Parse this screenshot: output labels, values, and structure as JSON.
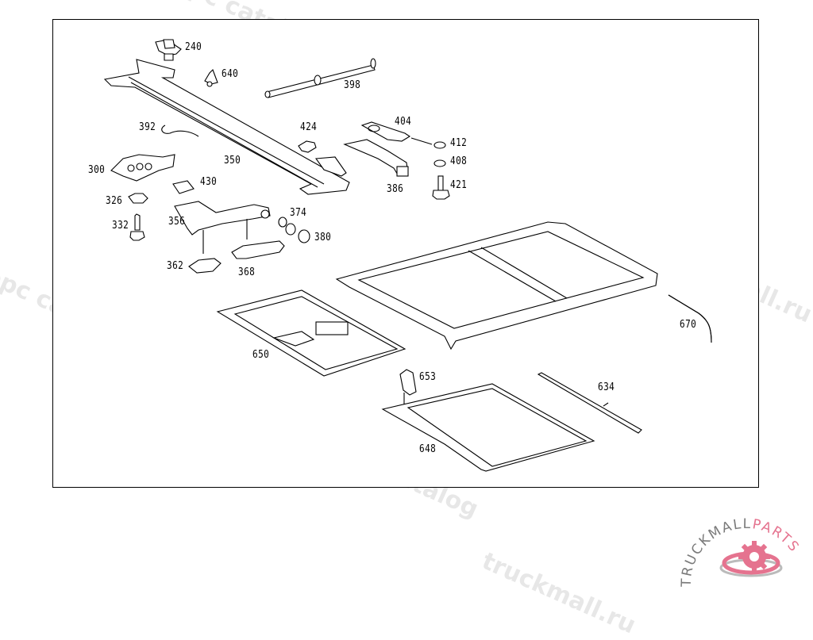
{
  "diagram": {
    "title": "Sliding sunroof assembly parts diagram",
    "part_labels": [
      {
        "id": "240",
        "text": "240"
      },
      {
        "id": "640",
        "text": "640"
      },
      {
        "id": "398",
        "text": "398"
      },
      {
        "id": "392",
        "text": "392"
      },
      {
        "id": "424",
        "text": "424"
      },
      {
        "id": "404",
        "text": "404"
      },
      {
        "id": "412",
        "text": "412"
      },
      {
        "id": "408",
        "text": "408"
      },
      {
        "id": "421",
        "text": "421"
      },
      {
        "id": "300",
        "text": "300"
      },
      {
        "id": "350",
        "text": "350"
      },
      {
        "id": "386",
        "text": "386"
      },
      {
        "id": "430",
        "text": "430"
      },
      {
        "id": "326",
        "text": "326"
      },
      {
        "id": "374",
        "text": "374"
      },
      {
        "id": "356",
        "text": "356"
      },
      {
        "id": "332",
        "text": "332"
      },
      {
        "id": "380",
        "text": "380"
      },
      {
        "id": "362",
        "text": "362"
      },
      {
        "id": "368",
        "text": "368"
      },
      {
        "id": "670",
        "text": "670"
      },
      {
        "id": "650",
        "text": "650"
      },
      {
        "id": "653",
        "text": "653"
      },
      {
        "id": "634",
        "text": "634"
      },
      {
        "id": "648",
        "text": "648"
      }
    ]
  },
  "watermarks": {
    "text_a": "truckmall.ru epc catalog",
    "text_b": "epc catalog",
    "text_c": "truckmall.ru",
    "text_d": "truckmall.ru epc catalog"
  },
  "logo": {
    "text_primary": "TRUCKMALL",
    "text_secondary": "PARTS",
    "primary_color": "#7a7a7a",
    "accent_color": "#e5738f"
  }
}
